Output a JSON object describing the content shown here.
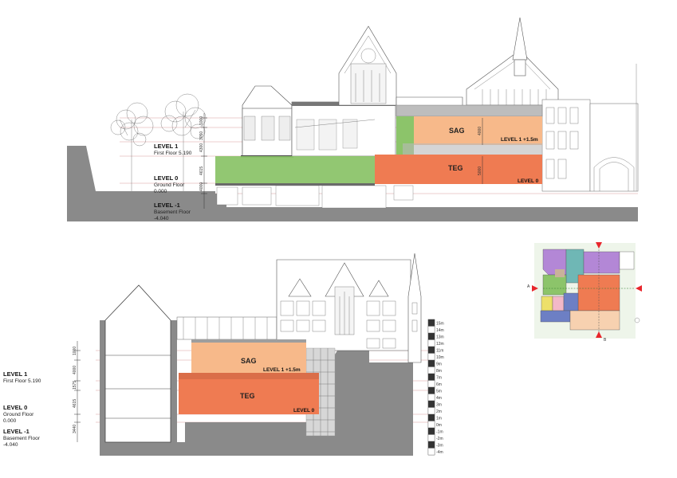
{
  "section_top": {
    "levels": [
      {
        "title": "LEVEL 1",
        "name": "First Floor 5.190"
      },
      {
        "title": "LEVEL 0",
        "name": "Ground Floor",
        "value": "0.000"
      },
      {
        "title": "LEVEL -1",
        "name": "Basement Floor",
        "value": "-4.040"
      }
    ],
    "zones": {
      "sag": "SAG",
      "teg": "TEG"
    },
    "tags": {
      "level1_offset": "LEVEL 1 +1.5m",
      "level0": "LEVEL 0"
    },
    "dims": {
      "upper_left": [
        "1000",
        "3050",
        "4300"
      ],
      "lower_left": [
        "4615",
        "4000"
      ],
      "sag_height": "4000",
      "teg_height": "5000"
    }
  },
  "section_bottom": {
    "levels": [
      {
        "title": "LEVEL 1",
        "name": "First Floor 5.190"
      },
      {
        "title": "LEVEL 0",
        "name": "Ground Floor",
        "value": "0.000"
      },
      {
        "title": "LEVEL -1",
        "name": "Basement Floor",
        "value": "-4.040"
      }
    ],
    "zones": {
      "sag": "SAG",
      "teg": "TEG"
    },
    "tags": {
      "level1_offset": "LEVEL 1 +1.5m",
      "level0": "LEVEL 0"
    },
    "dims": [
      "1000",
      "4000",
      "1575",
      "4615",
      "3440"
    ],
    "scale_marks": [
      "15m",
      "14m",
      "13m",
      "12m",
      "11m",
      "10m",
      "9m",
      "8m",
      "7m",
      "6m",
      "5m",
      "4m",
      "3m",
      "2m",
      "1m",
      "0m",
      "-1m",
      "-2m",
      "-3m",
      "-4m"
    ]
  },
  "key_plan": {
    "section_marker": "A",
    "north_marker": "B"
  },
  "colors": {
    "sag": "#f7b98a",
    "teg": "#ef7b52",
    "green": "#8cc46a",
    "ground": "#8a8a8a",
    "purple": "#b387d6",
    "teal": "#6fb7b5",
    "yellow": "#ede06a",
    "pink": "#f3b8c8",
    "blue": "#6d7fc4",
    "peach": "#f7d1b0",
    "marker": "#e8262c"
  }
}
